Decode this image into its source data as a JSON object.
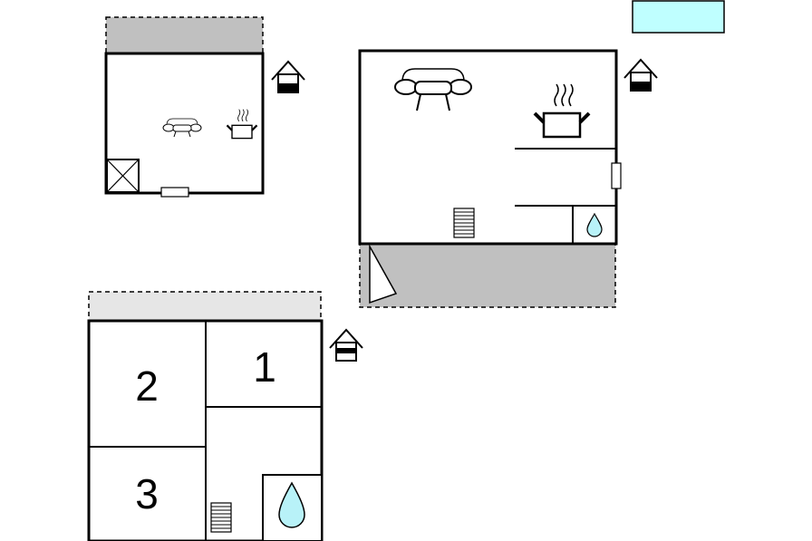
{
  "floorplan": {
    "room_numbers": [
      "1",
      "2",
      "3"
    ],
    "icons": [
      "sofa-icon",
      "cooking-pot-icon",
      "water-drop-icon",
      "staircase-icon",
      "entrance-icon",
      "window-icon",
      "door-icon"
    ],
    "colors": {
      "wall": "#000000",
      "terrace": "#c0c0c0",
      "balcony": "#e6e6e6",
      "pool": "#bfffff",
      "water": "#b8f2f8"
    }
  }
}
